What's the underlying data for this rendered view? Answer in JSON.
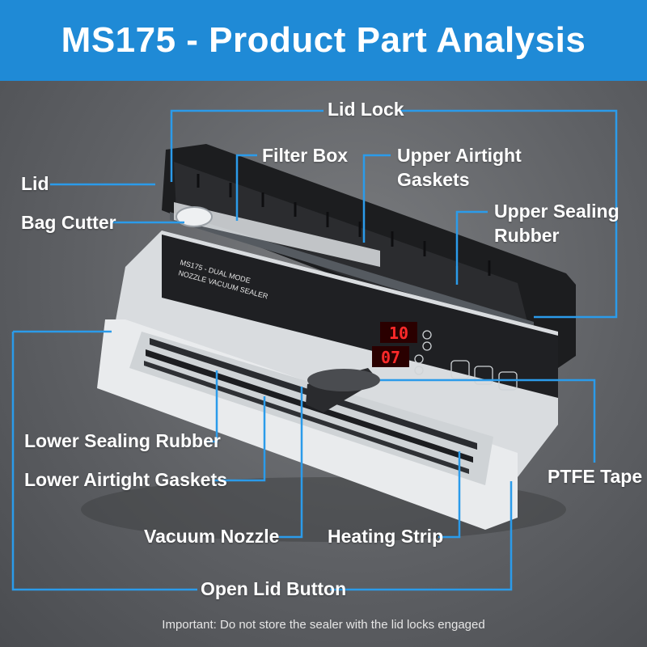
{
  "title": "MS175 - Product Part Analysis",
  "labels": {
    "lid_lock": "Lid Lock",
    "filter_box": "Filter Box",
    "upper_airtight_gaskets_line1": "Upper Airtight",
    "upper_airtight_gaskets_line2": "Gaskets",
    "lid": "Lid",
    "bag_cutter": "Bag Cutter",
    "upper_sealing_rubber_line1": "Upper Sealing",
    "upper_sealing_rubber_line2": "Rubber",
    "lower_sealing_rubber": "Lower Sealing Rubber",
    "lower_airtight_gaskets": "Lower Airtight Gaskets",
    "ptfe_tape": "PTFE Tape",
    "vacuum_nozzle": "Vacuum Nozzle",
    "heating_strip": "Heating Strip",
    "open_lid_button": "Open Lid Button"
  },
  "device": {
    "model_text_line1": "MS175 - DUAL MODE",
    "model_text_line2": "NOZZLE VACUUM SEALER",
    "display_top": "10",
    "display_bottom": "07"
  },
  "note": "Important: Do not store the sealer with the lid locks engaged",
  "colors": {
    "banner": "#1f8ad6",
    "leader_line": "#2b9bea",
    "display_digits": "#ff2a2a"
  }
}
